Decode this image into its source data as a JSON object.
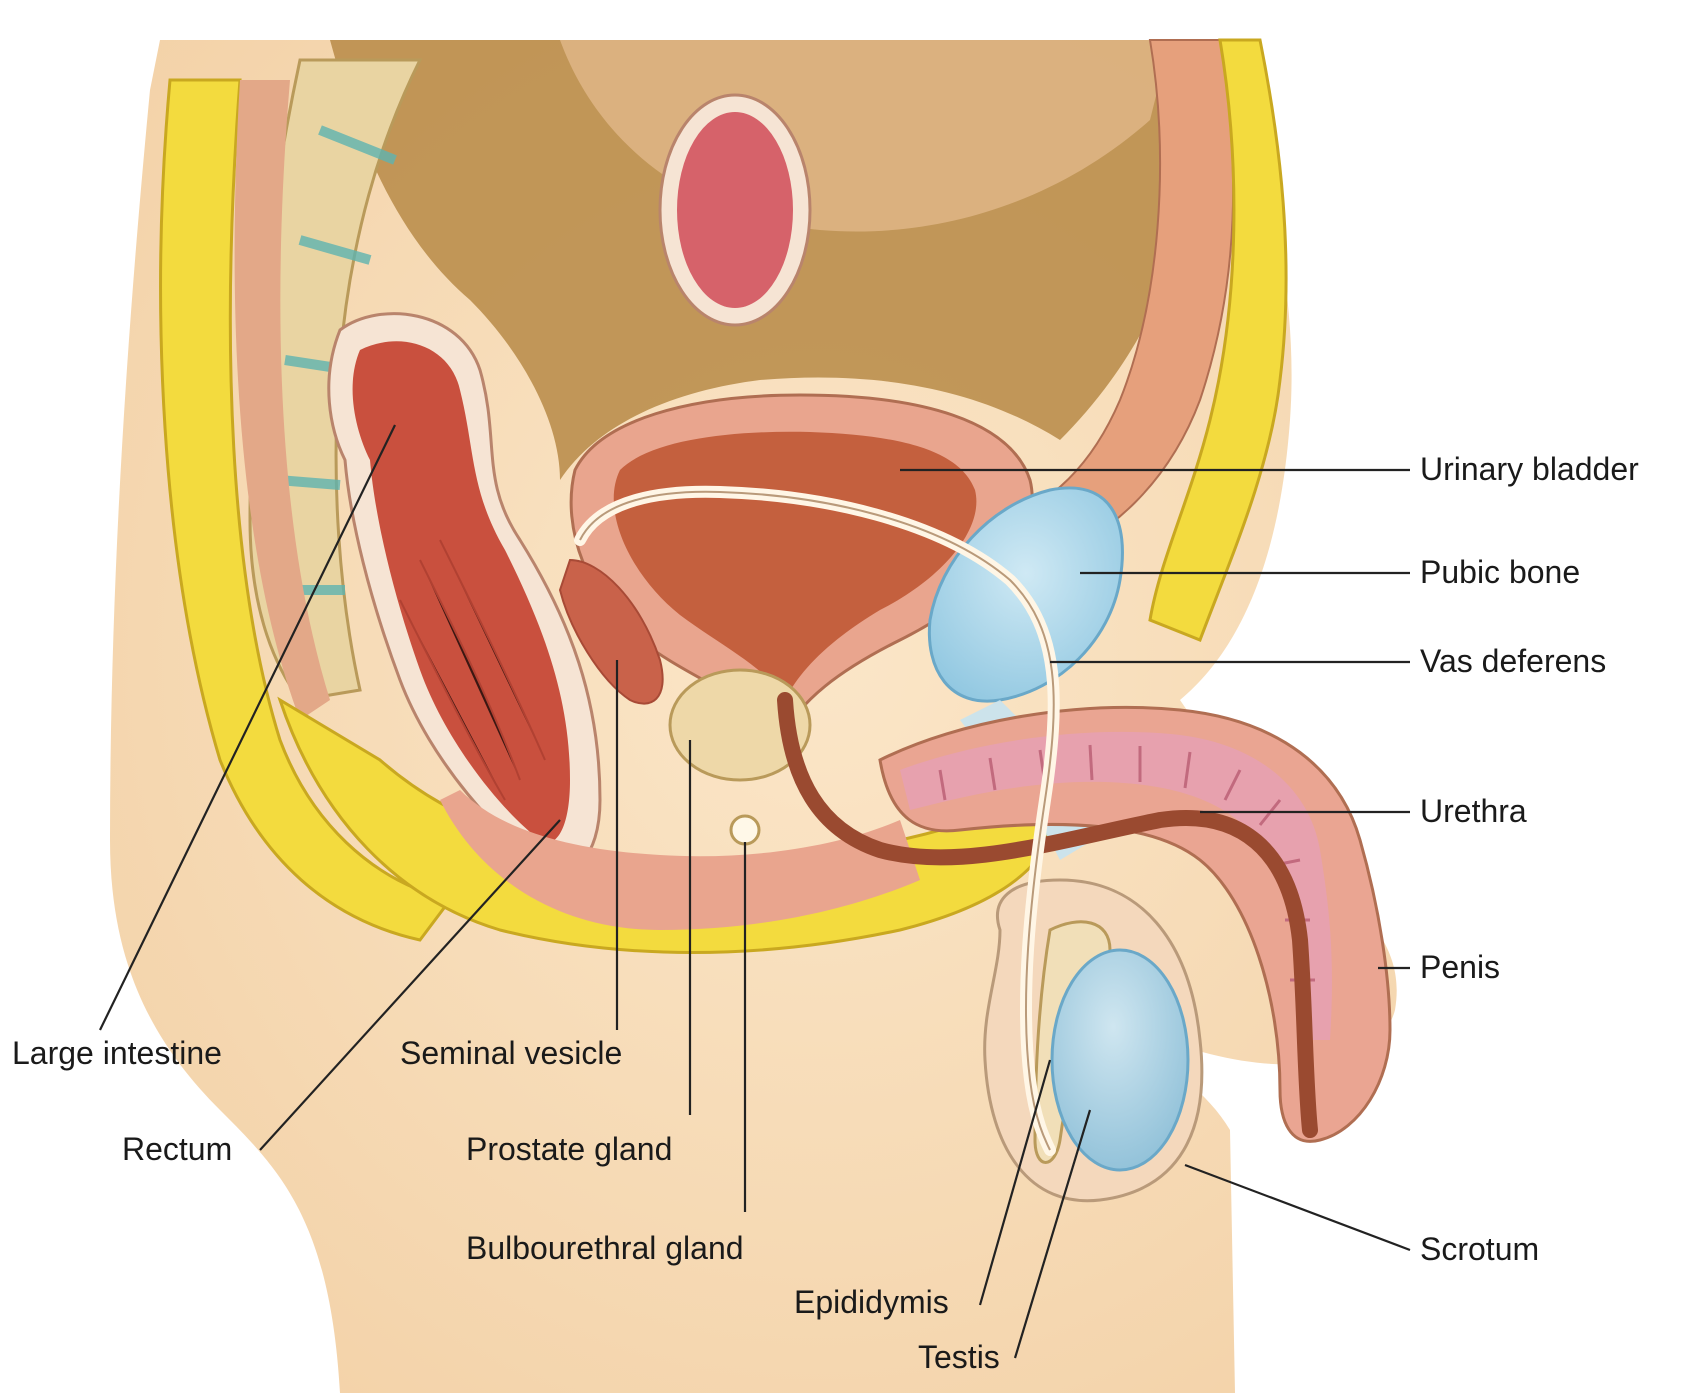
{
  "labels": {
    "urinary_bladder": "Urinary bladder",
    "pubic_bone": "Pubic bone",
    "vas_deferens": "Vas deferens",
    "urethra": "Urethra",
    "penis": "Penis",
    "scrotum": "Scrotum",
    "large_intestine": "Large intestine",
    "rectum": "Rectum",
    "seminal_vesicle": "Seminal vesicle",
    "prostate_gland": "Prostate gland",
    "bulbourethral_gland": "Bulbourethral gland",
    "epididymis": "Epididymis",
    "testis": "Testis"
  },
  "colors": {
    "skin": "#f7dcb8",
    "fat": "#f2dc3c",
    "muscle": "#e8a08a",
    "organ": "#c9573e",
    "bladder": "#c4603e",
    "bone": "#a9d5e8",
    "testis": "#a8cfe0",
    "cavity": "#a9803a",
    "penis_tissue": "#e39aa6",
    "spine": "#e8d2a0"
  }
}
